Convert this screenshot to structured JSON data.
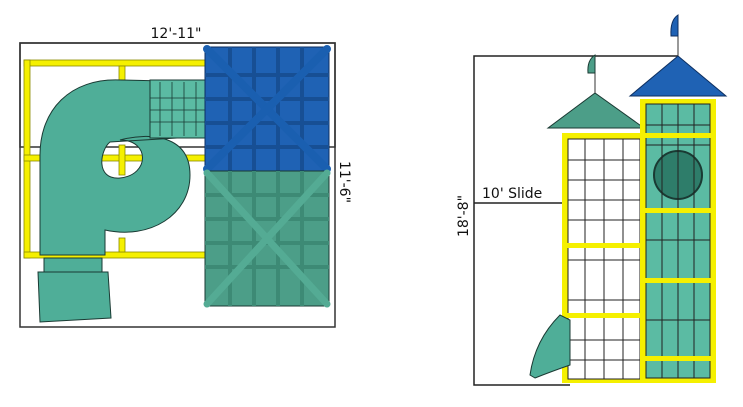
{
  "plan_view": {
    "width_label": "12'-11\"",
    "depth_label": "11'-6\""
  },
  "elevation_view": {
    "height_label": "18'-8\"",
    "slide_label": "10' Slide"
  },
  "colors": {
    "frame_yellow": "#f5f000",
    "slide_green": "#4fae98",
    "roof_blue": "#1f62b4",
    "roof_green": "#4c9e88",
    "outline": "#222222"
  }
}
